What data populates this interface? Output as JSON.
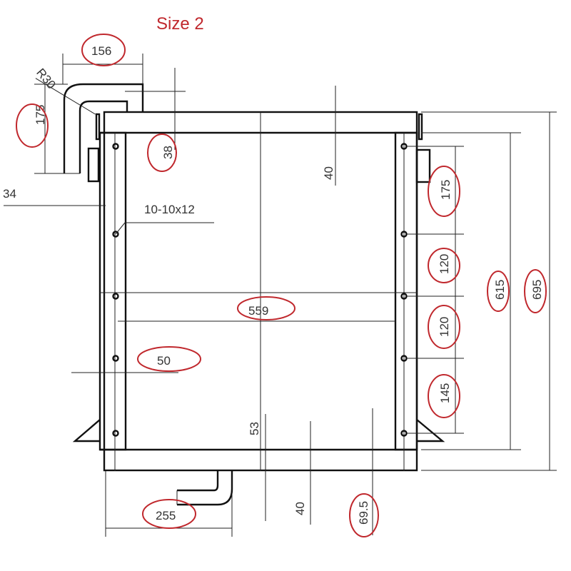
{
  "title": "Size 2",
  "accent_color": "#c0282d",
  "line_color": "#222222",
  "drawing": {
    "type": "radiator technical drawing",
    "hole_spec": "10-10x12",
    "dimensions": {
      "pipe_radius": "R30",
      "top_pipe_width": "156",
      "top_pipe_height": "175",
      "top_offset": "38",
      "left_offset": "34",
      "top_frame": "40",
      "right_hole_top": "175",
      "right_hole_mid1": "120",
      "right_hole_mid2": "120",
      "right_hole_bottom": "145",
      "core_height": "615",
      "overall_height": "695",
      "core_width": "559",
      "side_frame": "50",
      "bottom_pipe_drop": "53",
      "bottom_frame": "40",
      "bottom_offset": "69.5",
      "bottom_pipe_position": "255"
    },
    "highlighted": [
      "156",
      "175",
      "38",
      "175",
      "120",
      "120",
      "145",
      "615",
      "695",
      "559",
      "50",
      "255",
      "69.5"
    ]
  }
}
